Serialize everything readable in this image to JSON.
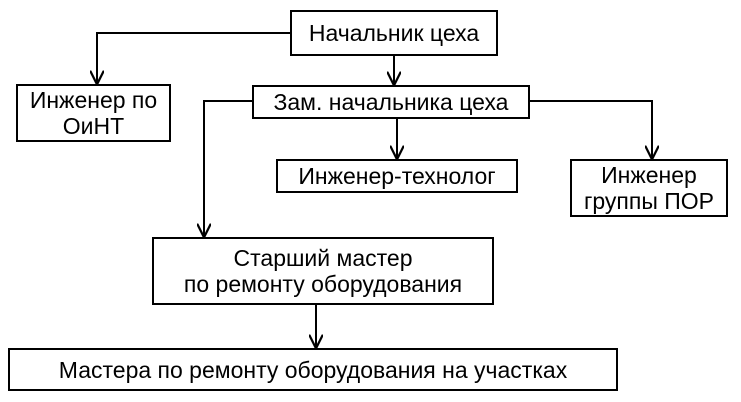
{
  "diagram": {
    "nodes": {
      "head": {
        "lines": [
          "Начальник цеха"
        ]
      },
      "engineer_oint": {
        "lines": [
          "Инженер по",
          "ОиНТ"
        ]
      },
      "deputy": {
        "lines": [
          "Зам. начальника цеха"
        ]
      },
      "process_engineer": {
        "lines": [
          "Инженер-технолог"
        ]
      },
      "engineer_por": {
        "lines": [
          "Инженер",
          "группы ПОР"
        ]
      },
      "senior_master": {
        "lines": [
          "Старший мастер",
          "по ремонту оборудования"
        ]
      },
      "masters": {
        "lines": [
          "Мастера по ремонту оборудования на участках"
        ]
      }
    },
    "edges": [
      [
        "head",
        "engineer_oint"
      ],
      [
        "head",
        "deputy"
      ],
      [
        "deputy",
        "senior_master"
      ],
      [
        "deputy",
        "process_engineer"
      ],
      [
        "deputy",
        "engineer_por"
      ],
      [
        "senior_master",
        "masters"
      ]
    ],
    "colors": {
      "line": "#000000",
      "box_border": "#000000",
      "background": "#ffffff"
    }
  }
}
